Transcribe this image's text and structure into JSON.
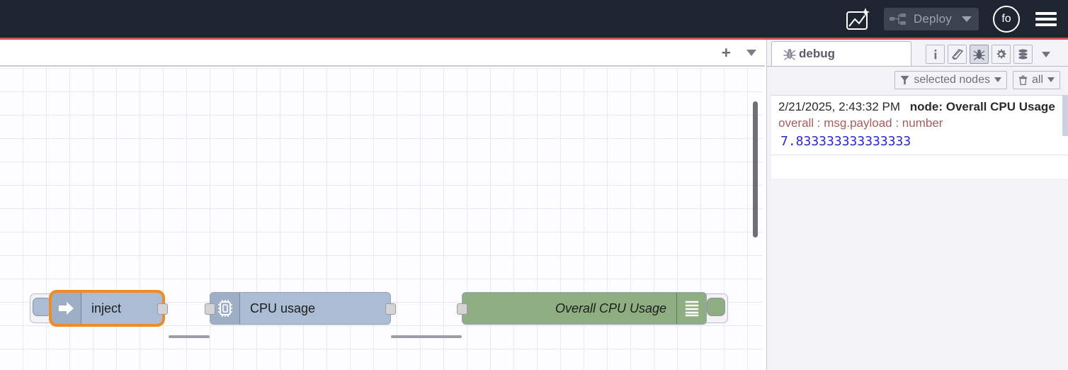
{
  "header": {
    "ai_flow_icon": "flow-sparkle-icon",
    "deploy": {
      "icon": "deploy-icon",
      "label": "Deploy",
      "caret_icon": "chevron-down-icon"
    },
    "avatar_label": "fo",
    "menu_icon": "hamburger-menu-icon"
  },
  "editor": {
    "tabbar": {
      "add_label": "+",
      "add_icon": "plus-icon",
      "menu_icon": "chevron-down-icon"
    },
    "nodes": [
      {
        "id": "inject",
        "type": "inject",
        "label": "inject",
        "icon": "inject-arrow-icon",
        "color": "#aabdd4",
        "selected": true,
        "button_side": "left"
      },
      {
        "id": "cpu-usage",
        "type": "cpu",
        "label": "CPU usage",
        "icon": "cpu-chip-icon",
        "color": "#aabdd4",
        "selected": false
      },
      {
        "id": "overall-cpu-usage",
        "type": "debug",
        "label": "Overall CPU Usage",
        "icon": "debug-lines-icon",
        "color": "#8eae81",
        "selected": false,
        "button_side": "right"
      }
    ]
  },
  "sidebar": {
    "tab": {
      "icon": "bug-icon",
      "label": "debug"
    },
    "icon_buttons": [
      {
        "name": "info-icon",
        "glyph": "i",
        "active": false
      },
      {
        "name": "help-book-icon",
        "glyph": "book",
        "active": false
      },
      {
        "name": "debug-bug-icon",
        "glyph": "bug",
        "active": true
      },
      {
        "name": "config-gear-icon",
        "glyph": "gear",
        "active": false
      },
      {
        "name": "context-data-icon",
        "glyph": "stack",
        "active": false
      }
    ],
    "overflow_icon": "chevron-down-icon",
    "filters": [
      {
        "name": "filter-nodes",
        "icon": "funnel-icon",
        "label": "selected nodes",
        "caret": "chevron-down-icon"
      },
      {
        "name": "clear-messages",
        "icon": "trash-icon",
        "label": "all",
        "caret": "chevron-down-icon"
      }
    ],
    "messages": [
      {
        "timestamp": "2/21/2025, 2:43:32 PM",
        "node": "node: Overall CPU Usage",
        "topic": "overall : msg.payload : number",
        "value": "7.833333333333333"
      }
    ]
  },
  "colors": {
    "header_bg": "#1f2530",
    "accent_red": "#d05050",
    "node_blue": "#aabdd4",
    "node_green": "#8eae81",
    "selection_orange": "#ef8c24",
    "debug_value_blue": "#2727d6",
    "debug_topic_red": "#a85c5c"
  }
}
